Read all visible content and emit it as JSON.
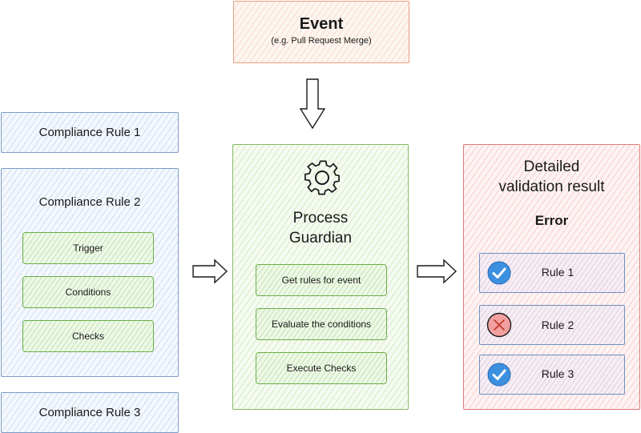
{
  "event": {
    "title": "Event",
    "subtitle": "(e.g. Pull Request Merge)"
  },
  "rules_column": {
    "rule1": "Compliance Rule 1",
    "rule2": {
      "title": "Compliance Rule 2",
      "items": [
        "Trigger",
        "Conditions",
        "Checks"
      ]
    },
    "rule3": "Compliance Rule 3"
  },
  "guardian": {
    "icon": "gear-icon",
    "title_line1": "Process",
    "title_line2": "Guardian",
    "steps": [
      "Get rules for event",
      "Evaluate the conditions",
      "Execute Checks"
    ]
  },
  "result": {
    "title_line1": "Detailed",
    "title_line2": "validation result",
    "status": "Error",
    "rules": [
      {
        "label": "Rule 1",
        "icon": "check-icon"
      },
      {
        "label": "Rule 2",
        "icon": "cross-icon"
      },
      {
        "label": "Rule 3",
        "icon": "check-icon"
      }
    ]
  },
  "colors": {
    "blue_border": "#7d9cc6",
    "green_border": "#86b865",
    "orange_border": "#e9a07d",
    "red_border": "#e07a7a",
    "check_badge": "#3d8fe0",
    "cross_badge": "#f2a0a0"
  }
}
